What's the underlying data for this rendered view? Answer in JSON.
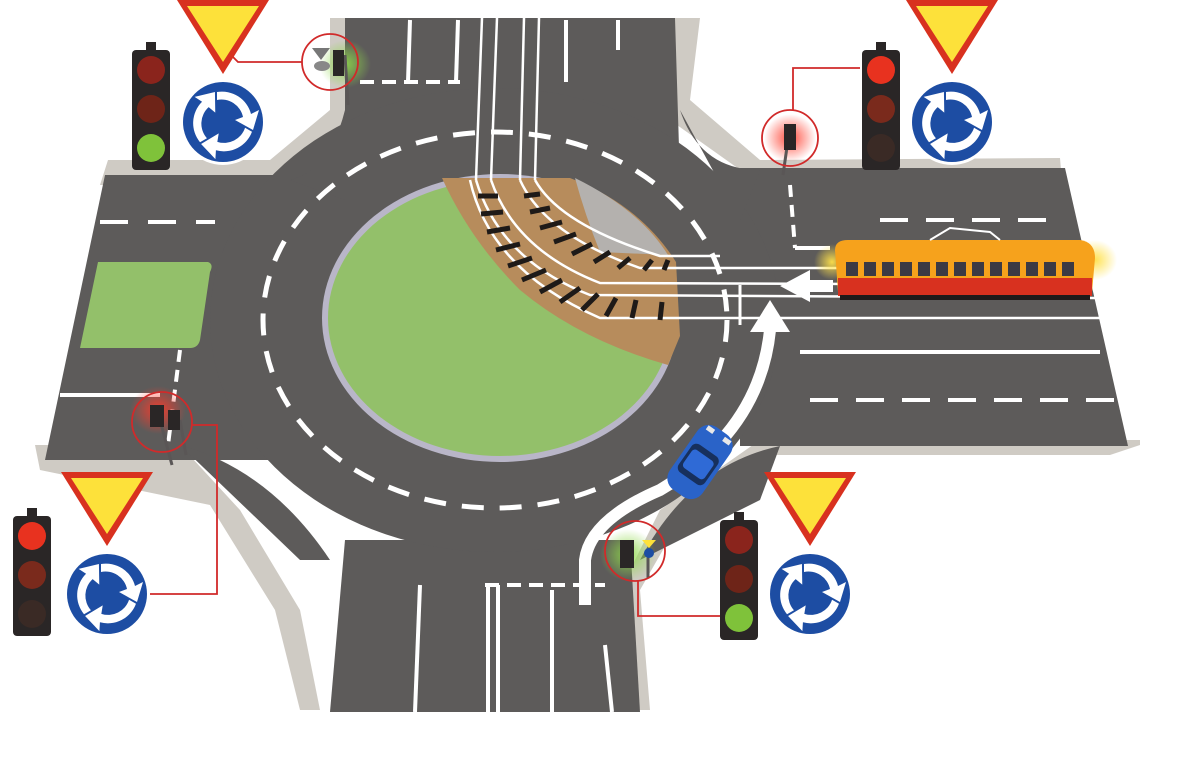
{
  "scene": {
    "type": "roundabout-intersection",
    "colors": {
      "background": "#ffffff",
      "asphalt": "#5d5b5a",
      "sidewalk": "#cfcbc4",
      "grass": "#93c06a",
      "tram_bed": "#b78c5c",
      "tram_body": "#f6a21c",
      "tram_stripe": "#d8311f",
      "car": "#2a63c8",
      "sign_blue": "#1d4da3",
      "yield_yellow": "#fde13a",
      "yield_border": "#d8311f",
      "callout_line": "#d12a2a",
      "light_red": "#e8321f",
      "light_green": "#7fc23a",
      "light_off": "#3a2a25"
    },
    "sign_groups": [
      {
        "id": "top-left",
        "signal_state": "green",
        "signs": [
          "traffic-light-icon",
          "yield-sign-icon",
          "roundabout-sign-icon"
        ]
      },
      {
        "id": "top-right",
        "signal_state": "red",
        "signs": [
          "traffic-light-icon",
          "yield-sign-icon",
          "roundabout-sign-icon"
        ]
      },
      {
        "id": "bottom-left",
        "signal_state": "red",
        "signs": [
          "traffic-light-icon",
          "yield-sign-icon",
          "roundabout-sign-icon"
        ]
      },
      {
        "id": "bottom-right",
        "signal_state": "green",
        "signs": [
          "traffic-light-icon",
          "yield-sign-icon",
          "roundabout-sign-icon"
        ]
      }
    ],
    "vehicles": [
      {
        "kind": "tram",
        "heading": "west",
        "icon": "tram-icon"
      },
      {
        "kind": "car",
        "heading": "north-east",
        "icon": "car-icon"
      }
    ],
    "arrows": [
      {
        "kind": "tram-direction",
        "icon": "arrow-left-icon"
      },
      {
        "kind": "car-path",
        "icon": "curved-path-arrow-icon"
      }
    ]
  }
}
